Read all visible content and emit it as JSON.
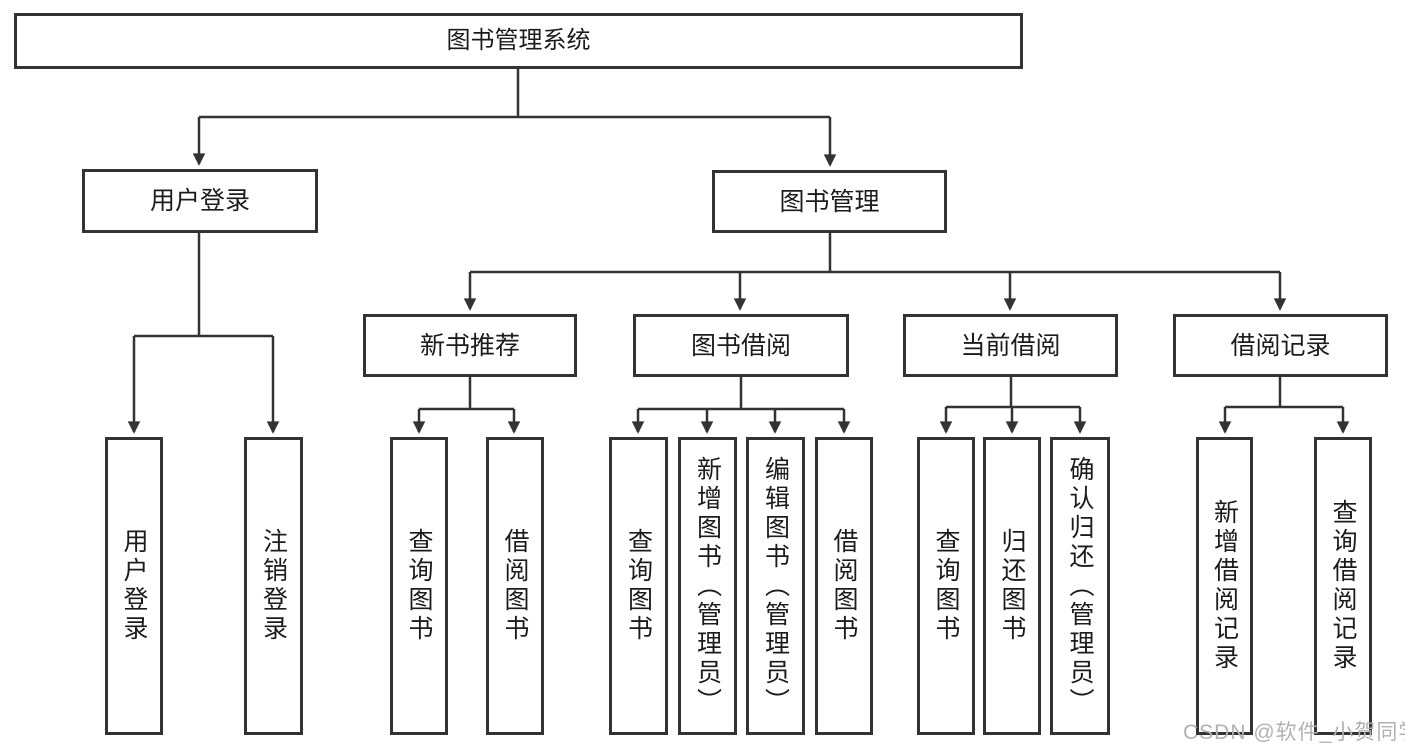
{
  "diagram": {
    "title_node": "图书管理系统",
    "colors": {
      "line": "#333333",
      "box_border": "#333333",
      "text": "#1c1c1c",
      "background": "#ffffff",
      "watermark": "#b2b2b2"
    },
    "tree": {
      "root": {
        "label": "图书管理系统"
      },
      "children": [
        {
          "label": "用户登录",
          "children": [
            {
              "label": "用户登录"
            },
            {
              "label": "注销登录"
            }
          ]
        },
        {
          "label": "图书管理",
          "children": [
            {
              "label": "新书推荐",
              "children": [
                {
                  "label": "查询图书"
                },
                {
                  "label": "借阅图书"
                }
              ]
            },
            {
              "label": "图书借阅",
              "children": [
                {
                  "label": "查询图书"
                },
                {
                  "label": "新增图书（管理员）"
                },
                {
                  "label": "编辑图书（管理员）"
                },
                {
                  "label": "借阅图书"
                }
              ]
            },
            {
              "label": "当前借阅",
              "children": [
                {
                  "label": "查询图书"
                },
                {
                  "label": "归还图书"
                },
                {
                  "label": "确认归还（管理员）"
                }
              ]
            },
            {
              "label": "借阅记录",
              "children": [
                {
                  "label": "新增借阅记录"
                },
                {
                  "label": "查询借阅记录"
                }
              ]
            }
          ]
        }
      ]
    },
    "watermark": {
      "text": "CSDN @软件_小贺同学"
    }
  }
}
